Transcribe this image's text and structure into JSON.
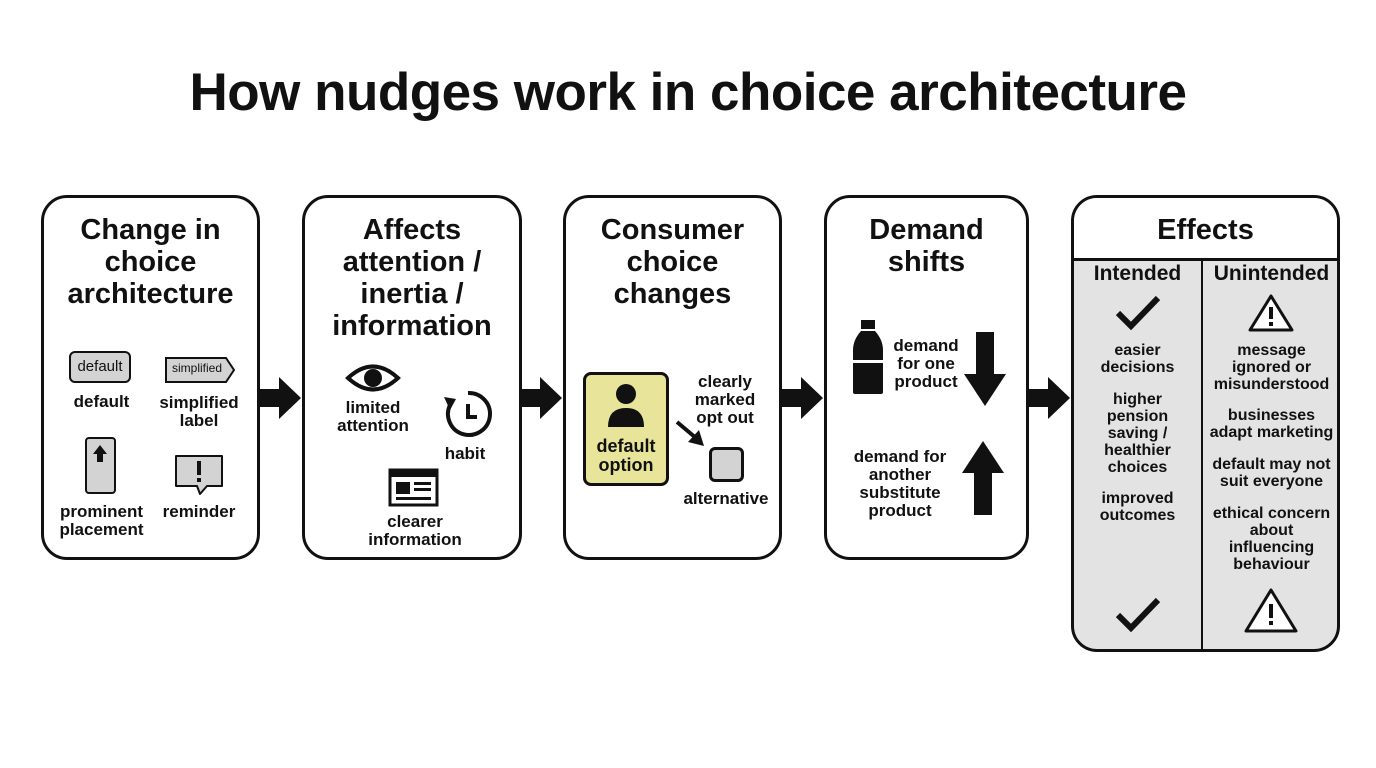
{
  "title": "How nudges work in choice architecture",
  "steps": [
    {
      "title_lines": [
        "Change in",
        "choice",
        "architecture"
      ],
      "items": {
        "default_tag": "default",
        "default_label": "default",
        "simplified_tag": "simplified",
        "simplified_label_lines": [
          "simplified",
          "label"
        ],
        "prominent_lines": [
          "prominent",
          "placement"
        ],
        "reminder": "reminder"
      }
    },
    {
      "title_lines": [
        "Affects",
        "attention /",
        "inertia /",
        "information"
      ],
      "items": {
        "limited_lines": [
          "limited",
          "attention"
        ],
        "habit": "habit",
        "clearer_lines": [
          "clearer",
          "information"
        ]
      }
    },
    {
      "title_lines": [
        "Consumer",
        "choice",
        "changes"
      ],
      "items": {
        "default_option_lines": [
          "default",
          "option"
        ],
        "optout_lines": [
          "clearly",
          "marked",
          "opt out"
        ],
        "alternative": "alternative"
      }
    },
    {
      "title_lines": [
        "Demand",
        "shifts"
      ],
      "items": {
        "demand_one_lines": [
          "demand",
          "for one",
          "product"
        ],
        "demand_another_lines": [
          "demand for",
          "another",
          "substitute",
          "product"
        ]
      }
    }
  ],
  "effects": {
    "title": "Effects",
    "intended": {
      "header": "Intended",
      "items": [
        [
          "easier",
          "decisions"
        ],
        [
          "higher",
          "pension",
          "saving /",
          "healthier",
          "choices"
        ],
        [
          "improved",
          "outcomes"
        ]
      ]
    },
    "unintended": {
      "header": "Unintended",
      "items": [
        [
          "message",
          "ignored or",
          "misunderstood"
        ],
        [
          "businesses",
          "adapt marketing"
        ],
        [
          "default may not",
          "suit everyone"
        ],
        [
          "ethical concern",
          "about",
          "influencing",
          "behaviour"
        ]
      ]
    }
  },
  "colors": {
    "highlight": "#e8e49a",
    "effects_bg": "#e3e3e3",
    "icon_fill": "#d3d3d3",
    "ink": "#111111"
  },
  "icons": [
    "eye-icon",
    "clock-arrow-icon",
    "document-icon",
    "person-icon",
    "bottle-icon",
    "check-icon",
    "warning-icon",
    "arrow-up-icon",
    "arrow-down-icon"
  ]
}
